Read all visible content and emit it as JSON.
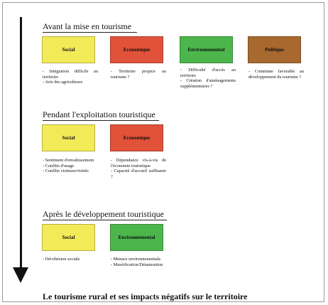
{
  "colors": {
    "social": "#f3ea57",
    "economique": "#e0523a",
    "environnemental": "#4cb64c",
    "politique": "#a8692f"
  },
  "sections": [
    {
      "title": "Avant la mise en tourisme",
      "boxes": [
        {
          "label": "Social",
          "color_key": "social",
          "items": [
            "- Intégration difficile au territoire",
            "- Avis des agriculteurs"
          ]
        },
        {
          "label": "Economique",
          "color_key": "economique",
          "items": [
            "- Territoire propice au tourisme ?"
          ]
        },
        {
          "label": "Environnemental",
          "color_key": "environnemental",
          "items": [
            "- Difficulté d'accès au territoire",
            "- Création d'aménagements supplémentaires ?"
          ]
        },
        {
          "label": "Politique",
          "color_key": "politique",
          "items": [
            "- Commune favorable au développement du tourisme ?"
          ]
        }
      ]
    },
    {
      "title": "Pendant l'exploitation touristique",
      "boxes": [
        {
          "label": "Social",
          "color_key": "social",
          "items": [
            "- Sentiment d'envahissement",
            "- Conflits d'usage",
            "- Conflits visiteurs/visités"
          ]
        },
        {
          "label": "Economique",
          "color_key": "economique",
          "items": [
            "- Dépendance vis-à-vis de l'économie touristique",
            "- Capacité d'accueil suffisante ?"
          ]
        }
      ]
    },
    {
      "title": "Après le développement touristique",
      "boxes": [
        {
          "label": "Social",
          "color_key": "social",
          "items": [
            "- Décohésion sociale"
          ]
        },
        {
          "label": "Environnemental",
          "color_key": "environnemental",
          "items": [
            "- Menace environnementale",
            "- Muséification/Dénaturation"
          ]
        }
      ]
    }
  ],
  "footer": "Le tourisme rural et ses impacts négatifs sur le territoire"
}
